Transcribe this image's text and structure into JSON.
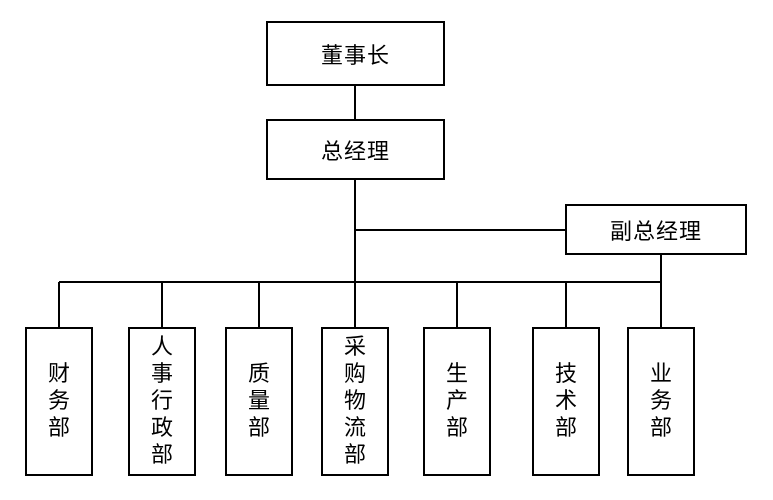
{
  "org_chart": {
    "chairman": "董事长",
    "general_manager": "总经理",
    "deputy_general_manager": "副总经理",
    "departments": [
      {
        "label": "财务部"
      },
      {
        "label": "人事行政部"
      },
      {
        "label": "质量部"
      },
      {
        "label": "采购物流部"
      },
      {
        "label": "生产部"
      },
      {
        "label": "技术部"
      },
      {
        "label": "业务部"
      }
    ]
  },
  "colors": {
    "line": "#000000",
    "box_border": "#000000",
    "background": "#ffffff"
  }
}
